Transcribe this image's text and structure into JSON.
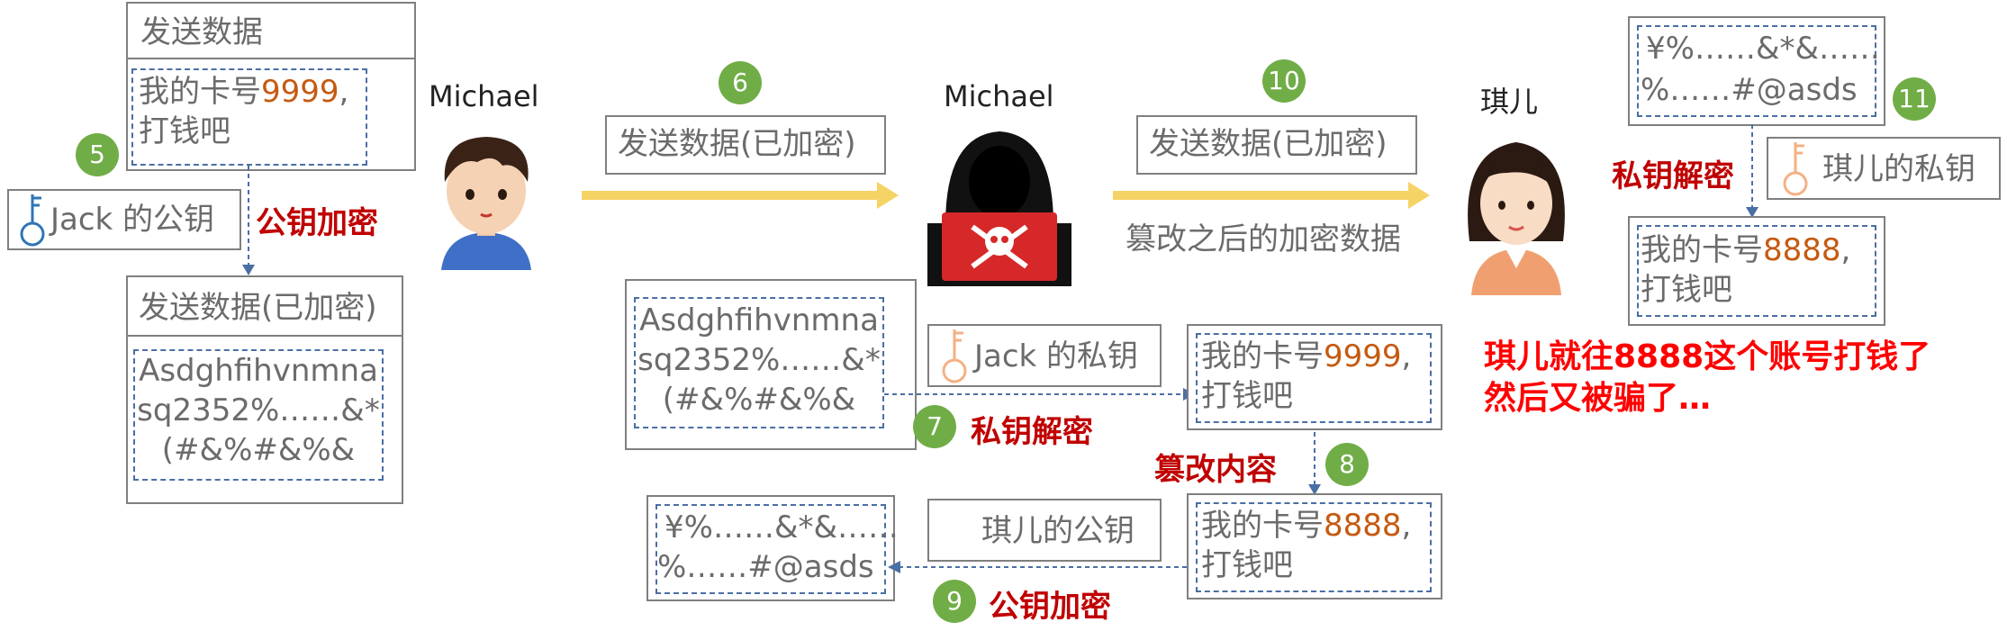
{
  "names": {
    "michael_left": "Michael",
    "michael_hacker": "Michael",
    "qier": "琪儿"
  },
  "badges": {
    "b5": "5",
    "b6": "6",
    "b7": "7",
    "b8": "8",
    "b9": "9",
    "b10": "10",
    "b11": "11"
  },
  "left": {
    "send_title": "发送数据",
    "msg_prefix": "我的卡号",
    "msg_num": "9999",
    "msg_comma": ",",
    "msg_line2": "打钱吧",
    "key_label": "Jack 的公钥",
    "action": "公钥加密",
    "enc_title": "发送数据(已加密)",
    "cipher_l1": "Asdghfihvnmna",
    "cipher_l2": "sq2352%……&*",
    "cipher_l3": "(#&%#&%&"
  },
  "middle": {
    "send_enc_1": "发送数据(已加密)",
    "send_enc_2": "发送数据(已加密)",
    "tampered_caption": "篡改之后的加密数据",
    "cipher_l1": "Asdghfihvnmna",
    "cipher_l2": "sq2352%……&*",
    "cipher_l3": "(#&%#&%&",
    "jack_private_key": "Jack 的私钥",
    "decrypt_action": "私钥解密",
    "plain_prefix": "我的卡号",
    "plain_num": "9999",
    "plain_comma": ",",
    "plain_line2": "打钱吧",
    "tamper_action": "篡改内容",
    "tampered_prefix": "我的卡号",
    "tampered_num": "8888",
    "tampered_comma": ",",
    "tampered_line2": "打钱吧",
    "qier_public_key": "琪儿的公钥",
    "encrypt_action": "公钥加密",
    "new_cipher_l1": "¥%……&*&……",
    "new_cipher_l2": "%……#@asds"
  },
  "right": {
    "cipher_l1": "¥%……&*&……",
    "cipher_l2": "%……#@asds",
    "decrypt_action": "私钥解密",
    "qier_private_key": "琪儿的私钥",
    "plain_prefix": "我的卡号",
    "plain_num": "8888",
    "plain_comma": ",",
    "plain_line2": "打钱吧",
    "conclusion_l1": "琪儿就往8888这个账号打钱了",
    "conclusion_l2": "然后又被骗了…"
  },
  "colors": {
    "arrow": "#f6d365",
    "badge": "#70ad47",
    "red": "#c00000",
    "orange": "#c55a11",
    "dash": "#4a6fa5"
  }
}
